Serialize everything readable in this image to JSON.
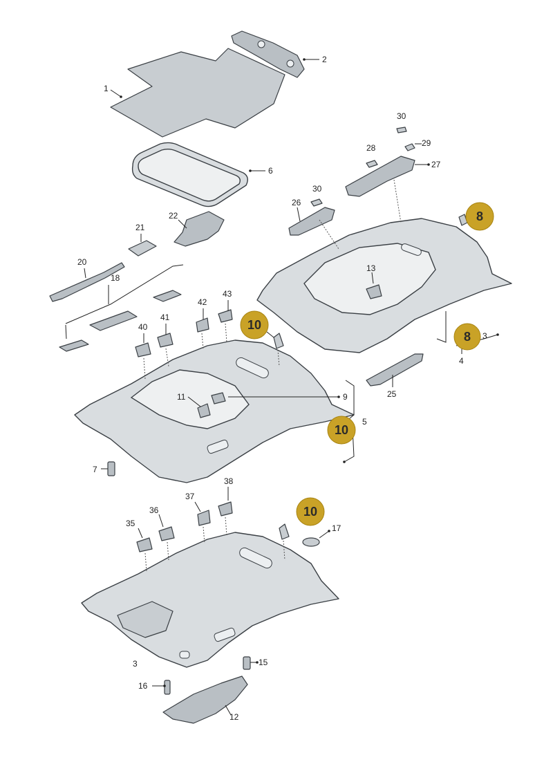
{
  "labels": {
    "l1": "1",
    "l2": "2",
    "l3a": "3",
    "l3b": "3",
    "l4": "4",
    "l5": "5",
    "l6": "6",
    "l7": "7",
    "l9": "9",
    "l11": "11",
    "l12": "12",
    "l13": "13",
    "l15": "15",
    "l16": "16",
    "l17": "17",
    "l18": "18",
    "l20": "20",
    "l21": "21",
    "l22": "22",
    "l25": "25",
    "l26": "26",
    "l27": "27",
    "l28": "28",
    "l29": "29",
    "l30a": "30",
    "l30b": "30",
    "l35": "35",
    "l36": "36",
    "l37": "37",
    "l38": "38",
    "l40": "40",
    "l41": "41",
    "l42": "42",
    "l43": "43"
  },
  "badges": {
    "b8a": "8",
    "b8b": "8",
    "b10a": "10",
    "b10b": "10",
    "b10c": "10"
  },
  "colors": {
    "badge_fill": "#c9a227",
    "part_fill": "#d9dde0",
    "outline": "#3a3f44"
  }
}
